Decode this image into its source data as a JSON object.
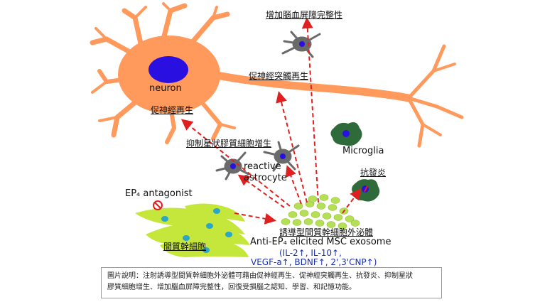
{
  "labels": {
    "bbb_integrity": "增加腦血屏障完整性",
    "synapse_regen": "促神經突觸再生",
    "neuron": "neuron",
    "nerve_regen": "促神經再生",
    "inhibit_astro": "抑制星狀膠質細胞增生",
    "reactive_astro_1": "reactive",
    "reactive_astro_2": "astrocyte",
    "microglia": "Microglia",
    "anti_inflam": "抗發炎",
    "ep4_antagonist": "EP₄ antagonist",
    "msc": "間質幹細胞",
    "induced_exosome": "誘導型間質幹細胞外泌體",
    "exosome_title": "Anti-EP₄ elicited MSC exosome",
    "markers_1": "(IL-2↑, IL-10↑,",
    "markers_2": "VEGF-a↑, BDNF↑, 2',3'CNP↑)"
  },
  "caption": {
    "line1": "圖片說明：注射誘導型間質幹細胞外泌體可藉由促神經再生、促神經突觸再生、抗發炎、抑制星狀",
    "line2": "膠質細胞增生、增加腦血屏障完整性，回復受損腦之認知、學習、和記憶功能。"
  },
  "colors": {
    "neuron": "#ff9a5c",
    "nucleus": "#2a10e0",
    "arrow": "#e02020",
    "msc_cell": "#c5e63a",
    "msc_nucleus": "#2aa6c9",
    "exosome": "#b5df57",
    "astrocyte": "#6a6a6a",
    "microglia": "#2f6b3a",
    "marker_text": "#1a2fb0"
  }
}
